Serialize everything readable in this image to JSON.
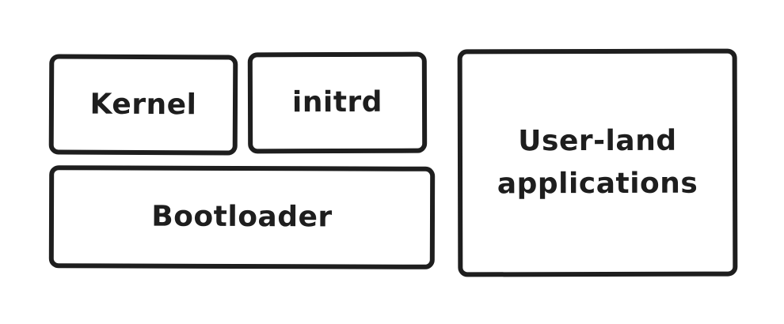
{
  "diagram": {
    "stroke_color": "#1e1e1e",
    "background": "#ffffff",
    "boxes": [
      {
        "id": "kernel",
        "label": "Kernel"
      },
      {
        "id": "initrd",
        "label": "initrd"
      },
      {
        "id": "bootloader",
        "label": "Bootloader"
      },
      {
        "id": "userland",
        "label": "User-land\napplications"
      }
    ]
  }
}
